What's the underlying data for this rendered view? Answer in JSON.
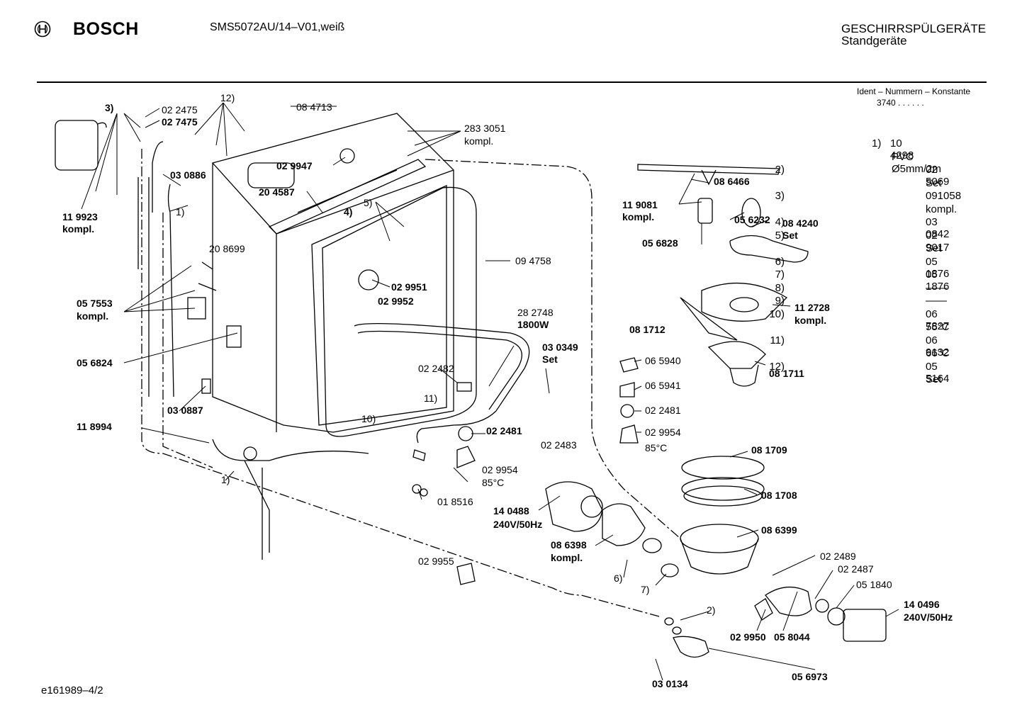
{
  "header": {
    "brand": "BOSCH",
    "model": "SMS5072AU/14–V01,weiß",
    "category_line1": "GESCHIRRSPÜLGERÄTE",
    "category_line2": "Standgeräte",
    "ident_label": "Ident – Nummern – Konstante",
    "ident_value": "3740 . . . . . ."
  },
  "footer": {
    "code": "e161989–4/2"
  },
  "parts": [
    "3)",
    "02 2475",
    "02 7475",
    "12)",
    "08 4713",
    "283 3051",
    "kompl.",
    "02 9947",
    "03 0886",
    "1)",
    "11 9923",
    "kompl.",
    "20 4587",
    "4)",
    "5)",
    "20 8699",
    "09 4758",
    "02 9951",
    "02 9952",
    "05 7553",
    "kompl.",
    "28 2748",
    "1800W",
    "05 6824",
    "03 0349",
    "Set",
    "02 2482",
    "11)",
    "10)",
    "03 0887",
    "11 8994",
    "02 2481",
    "02 9954",
    "85°C",
    "01 8516",
    "1)",
    "02 2483",
    "14 0488",
    "240V/50Hz",
    "08 6398",
    "kompl.",
    "02 9955",
    "6)",
    "7)",
    "2)",
    "03 0134",
    "05 6973",
    "02 9950",
    "05 8044",
    "14 0496",
    "240V/50Hz",
    "08 6466",
    "11 9081",
    "kompl.",
    "05 6232",
    "08 4240",
    "Set",
    "05 6828",
    "11 2728",
    "kompl.",
    "08 1712",
    "08 1711",
    "06 5940",
    "06 5941",
    "02 2481",
    "02 9954",
    "85°C",
    "08 1709",
    "08 1708",
    "08 6399",
    "02 2489",
    "02 2487",
    "05 1840"
  ],
  "legend": [
    {
      "num": "1)",
      "text": "10 4298"
    },
    {
      "num": "",
      "text": "PVC  Ø5mm/2m"
    },
    {
      "num": "2)",
      "text": "02 5069"
    },
    {
      "num": "",
      "text": "Set"
    },
    {
      "num": "3)",
      "text": "091058"
    },
    {
      "num": "",
      "text": "kompl."
    },
    {
      "num": "4)",
      "text": "03 0842"
    },
    {
      "num": "5)",
      "text": "02 9017"
    },
    {
      "num": "",
      "text": "Set"
    },
    {
      "num": "6)",
      "text": "05 1876"
    },
    {
      "num": "7)",
      "text": "05 1876"
    },
    {
      "num": "8)",
      "text": "——"
    },
    {
      "num": "9)",
      "text": "——"
    },
    {
      "num": "10)",
      "text": "06 7827"
    },
    {
      "num": "",
      "text": "55°C"
    },
    {
      "num": "11)",
      "text": "06 9132"
    },
    {
      "num": "",
      "text": "66°C"
    },
    {
      "num": "12)",
      "text": "05 5164"
    },
    {
      "num": "",
      "text": "Set"
    }
  ]
}
